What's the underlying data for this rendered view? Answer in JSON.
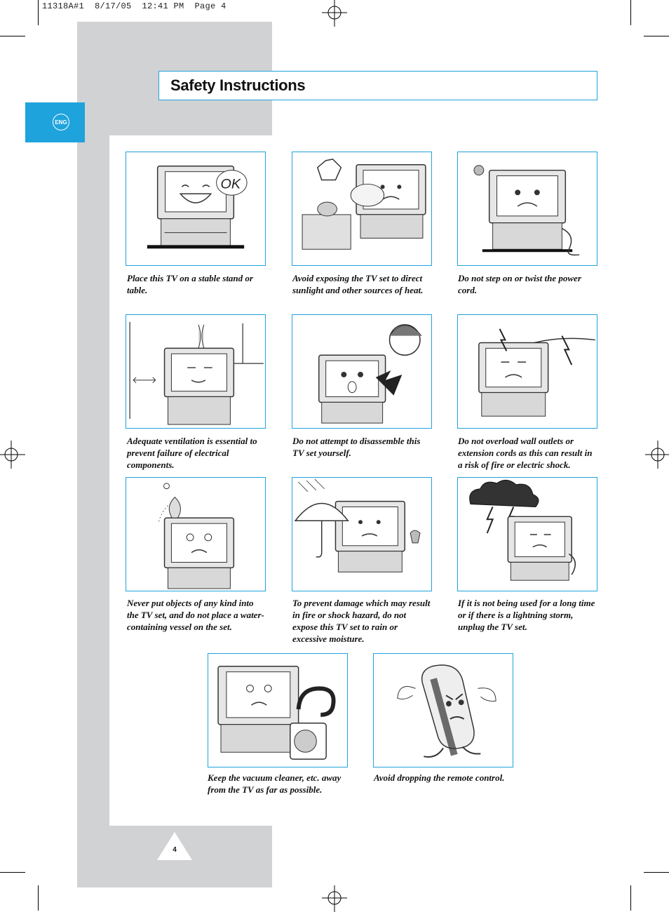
{
  "print_header": "11318A#1  8/17/05  12:41 PM  Page 4",
  "language_tab": "ENG",
  "title": "Safety Instructions",
  "page_number": "4",
  "instructions": [
    {
      "caption": "Place this TV on a stable stand or table.",
      "illustration": "tv-on-stand-ok-icon"
    },
    {
      "caption": "Avoid exposing the TV set to direct sunlight and other sources of heat.",
      "illustration": "tv-heat-sun-icon"
    },
    {
      "caption": "Do not step on or twist the power cord.",
      "illustration": "tv-power-cord-icon"
    },
    {
      "caption": "Adequate ventilation is essential to prevent failure of electrical components.",
      "illustration": "tv-ventilation-icon"
    },
    {
      "caption": "Do not attempt to disassemble this TV set yourself.",
      "illustration": "tv-disassemble-shock-icon"
    },
    {
      "caption": "Do not overload wall outlets or extension cords as this can result in a risk of fire or electric shock.",
      "illustration": "tv-overload-outlet-icon"
    },
    {
      "caption": "Never put objects of any kind into the TV set, and do not place a water-containing vessel on the set.",
      "illustration": "tv-vase-on-top-icon"
    },
    {
      "caption": "To prevent damage which may result in fire or shock hazard, do not expose this TV set to rain or excessive moisture.",
      "illustration": "tv-rain-umbrella-icon"
    },
    {
      "caption": "If it is not being used for a long time or if there is a lightning storm, unplug the TV set.",
      "illustration": "tv-lightning-storm-icon"
    },
    {
      "caption": "Keep the vacuum cleaner, etc. away from the TV as far as possible.",
      "illustration": "tv-vacuum-cleaner-icon"
    },
    {
      "caption": "Avoid dropping the remote control.",
      "illustration": "remote-control-icon"
    }
  ]
}
